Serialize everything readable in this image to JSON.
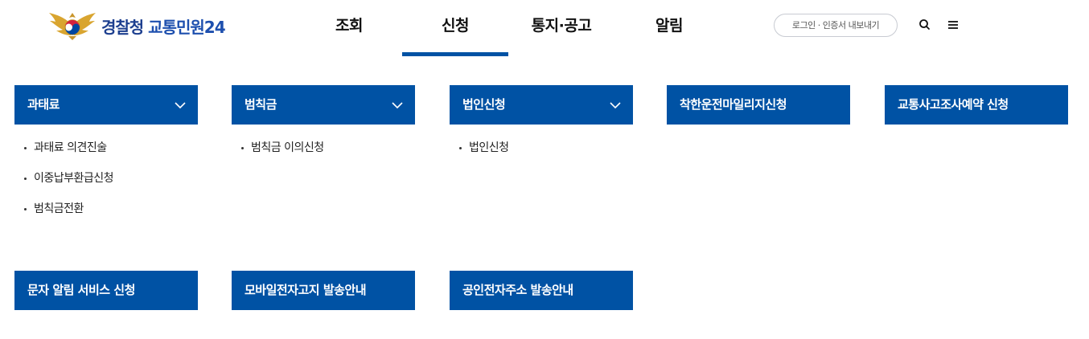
{
  "header": {
    "logo_text_part1": "경찰청",
    "logo_text_part2": "교통민원24",
    "nav": [
      {
        "label": "조회"
      },
      {
        "label": "신청"
      },
      {
        "label": "통지·공고"
      },
      {
        "label": "알림"
      }
    ],
    "active_nav": "신청",
    "login_label": "로그인 · 인증서 내보내기",
    "search_icon": "search-icon",
    "menu_icon": "hamburger-menu-icon"
  },
  "menu": {
    "row1": [
      {
        "label": "과태료",
        "expandable": true,
        "items": [
          "과태료 의견진술",
          "이중납부환급신청",
          "범칙금전환"
        ]
      },
      {
        "label": "범칙금",
        "expandable": true,
        "items": [
          "범칙금 이의신청"
        ]
      },
      {
        "label": "법인신청",
        "expandable": true,
        "items": [
          "법인신청"
        ]
      },
      {
        "label": "착한운전마일리지신청",
        "expandable": false,
        "items": []
      },
      {
        "label": "교통사고조사예약 신청",
        "expandable": false,
        "items": []
      }
    ],
    "row2": [
      {
        "label": "문자 알림 서비스 신청"
      },
      {
        "label": "모바일전자고지 발송안내"
      },
      {
        "label": "공인전자주소 발송안내"
      }
    ]
  },
  "colors": {
    "brand_blue": "#0052a4",
    "logo_navy": "#1d3f8f",
    "emblem_gold": "#d9a530"
  }
}
